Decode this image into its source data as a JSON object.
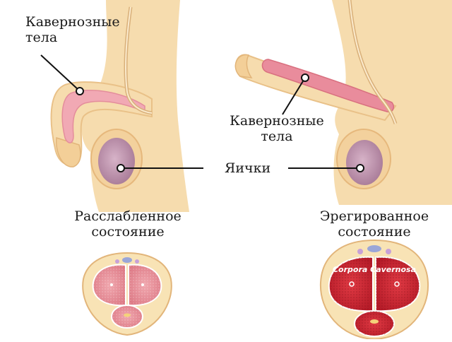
{
  "labels": {
    "cavernous_bodies_line1": "Кавернозные",
    "cavernous_bodies_line2": "тела",
    "testes": "Яички",
    "flaccid_line1": "Расслабленное",
    "flaccid_line2": "состояние",
    "erect_line1": "Эрегированное",
    "erect_line2": "состояние",
    "corpora_cavernosa": "Corpora Cavernosa"
  },
  "colors": {
    "skin": "#f6dcae",
    "skin_shadow": "#e9c188",
    "cavernous_body": "#f1a9b4",
    "testis": "#c69bb4",
    "flaccid_tissue": "#e5848f",
    "erect_tissue": "#cc2632"
  }
}
